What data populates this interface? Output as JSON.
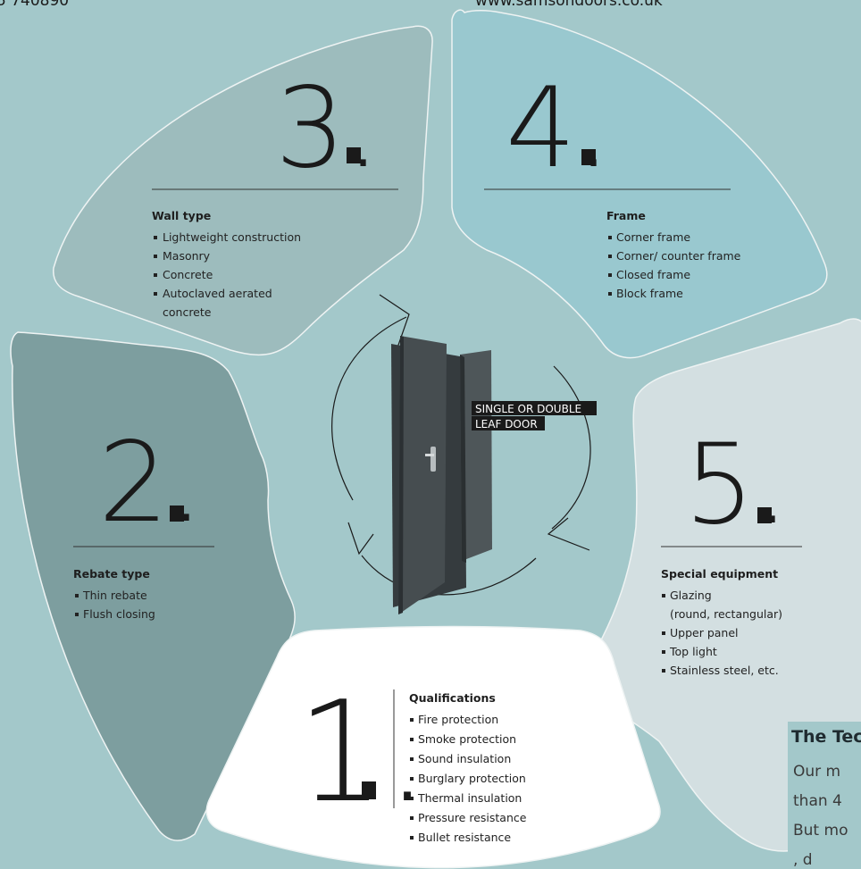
{
  "header": {
    "phone_fragment": "5 740890",
    "web_fragment": "www.samsondoors.co.uk"
  },
  "center": {
    "door_label_line1": "SINGLE OR DOUBLE",
    "door_label_line2": "LEAF DOOR"
  },
  "segments": [
    {
      "number": "1.",
      "title": "Qualifications",
      "items": [
        "Fire protection",
        "Smoke protection",
        "Sound insulation",
        "Burglary protection",
        "Thermal insulation",
        "Pressure resistance",
        "Bullet resistance"
      ],
      "color": "#ffffff"
    },
    {
      "number": "2.",
      "title": "Rebate type",
      "items": [
        "Thin rebate",
        "Flush closing"
      ],
      "color": "#7d9e9f"
    },
    {
      "number": "3.",
      "title": "Wall type",
      "items": [
        "Lightweight construction",
        "Masonry",
        "Concrete",
        "Autoclaved aerated",
        "concrete"
      ],
      "color": "#9dbcbd"
    },
    {
      "number": "4.",
      "title": "Frame",
      "items": [
        "Corner frame",
        "Corner/ counter frame",
        "Closed frame",
        "Block frame"
      ],
      "color": "#99c8cf"
    },
    {
      "number": "5.",
      "title": "Special equipment",
      "items": [
        "Glazing",
        "(round, rectangular)",
        "Upper panel",
        "Top light",
        "Stainless steel, etc."
      ],
      "color": "#d3dfe1"
    }
  ],
  "side_text": {
    "title_fragment": "The Tec",
    "lines": [
      "Our m",
      "than 4",
      "But mo",
      "  , d"
    ]
  },
  "colors": {
    "background": "#a3c8ca",
    "door": "#3f4548",
    "tag_background": "#1a1a1a"
  },
  "icons": [
    "rotation-arrow-icon",
    "door-image"
  ]
}
